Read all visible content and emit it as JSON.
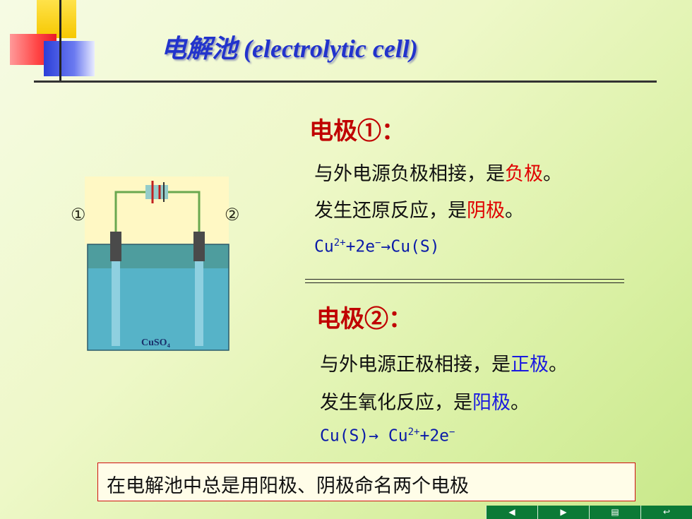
{
  "title": "电解池 (electrolytic cell)",
  "diagram": {
    "label_1": "①",
    "label_2": "②",
    "solution": "CuSO₄"
  },
  "electrode1": {
    "heading": "电极①：",
    "line1_pre": "与外电源负极相接，是",
    "line1_hl": "负极",
    "line1_post": "。",
    "line2_pre": "发生还原反应，是",
    "line2_hl": "阴极",
    "line2_post": "。",
    "eq_a": "Cu",
    "eq_sup": "2+",
    "eq_b": "+2e",
    "eq_sup2": "−",
    "eq_c": "→Cu(S)"
  },
  "electrode2": {
    "heading": "电极②：",
    "line1_pre": "与外电源正极相接，是",
    "line1_hl": "正极",
    "line1_post": "。",
    "line2_pre": "发生氧化反应，是",
    "line2_hl": "阳极",
    "line2_post": "。",
    "eq_a": "Cu(S)→ Cu",
    "eq_sup": "2+",
    "eq_b": "+2e",
    "eq_sup2": "−"
  },
  "summary": "在电解池中总是用阳极、阴极命名两个电极",
  "nav": {
    "prev": "◀",
    "next": "▶",
    "menu": "▤",
    "return": "↩"
  },
  "colors": {
    "title": "#2233cc",
    "heading": "#c00000",
    "highlight_red": "#e00000",
    "highlight_blue": "#1a1ae0",
    "nav_bg": "#0b7a36"
  }
}
